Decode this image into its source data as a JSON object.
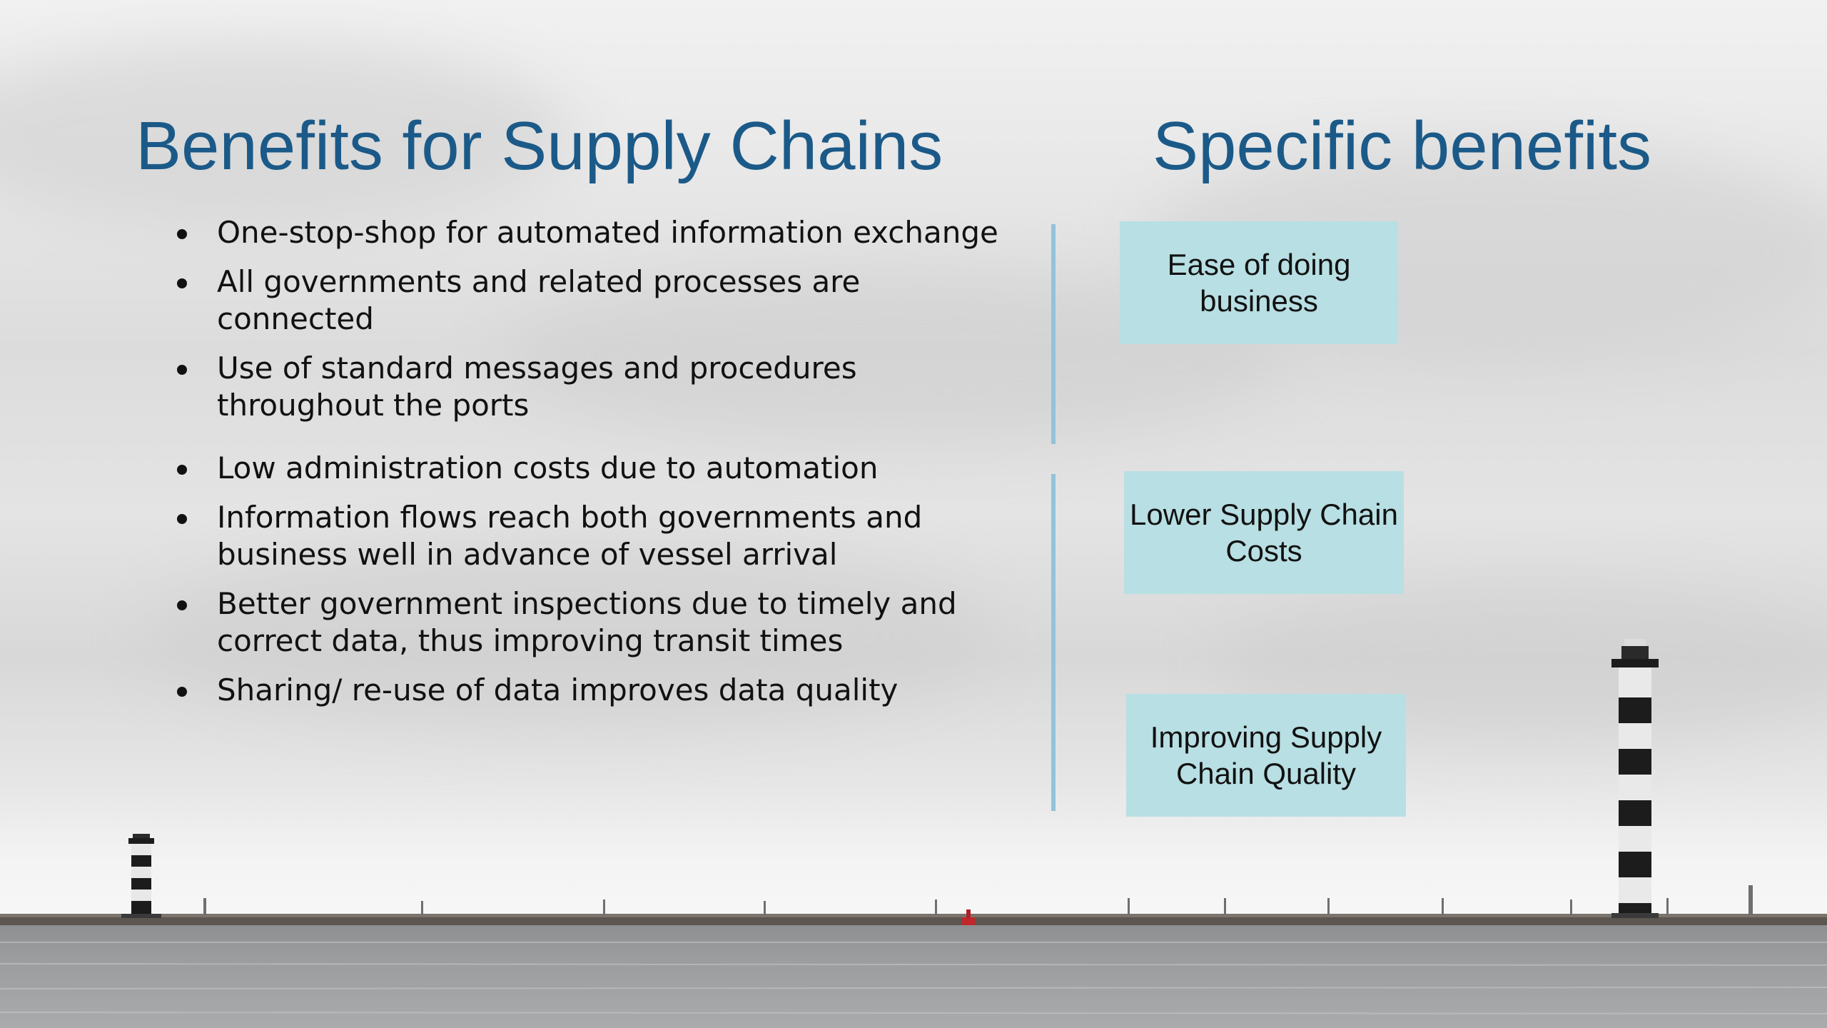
{
  "left": {
    "title": "Benefits for Supply Chains",
    "bullets_group_1": [
      "One-stop-shop for automated information exchange",
      "All governments and related processes are connected",
      "Use of standard messages and procedures throughout the ports"
    ],
    "bullets_group_2": [
      "Low administration costs due to automation",
      "Information flows reach both governments and business well in advance of vessel arrival",
      "Better government inspections due to timely and correct data, thus improving transit times",
      "Sharing/ re-use of data improves data quality"
    ]
  },
  "right": {
    "title": "Specific benefits",
    "boxes": [
      "Ease of doing business",
      "Lower Supply Chain Costs",
      "Improving Supply Chain Quality"
    ]
  },
  "colors": {
    "title": "#1b5a88",
    "box_fill": "#b8dfe3",
    "divider": "#93c3d9",
    "text": "#111111"
  },
  "background": {
    "description_icon": "lighthouse-seascape-photo"
  }
}
